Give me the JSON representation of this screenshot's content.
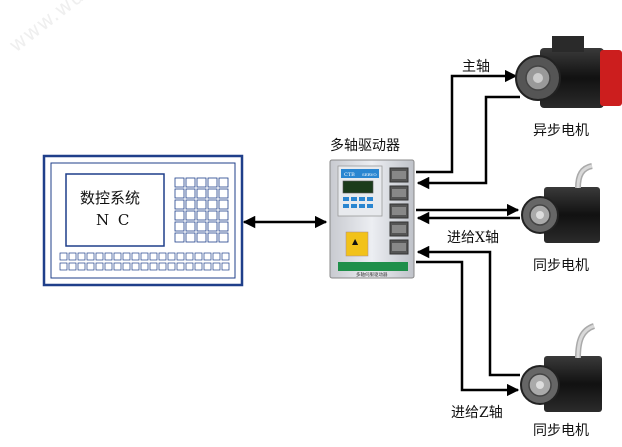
{
  "watermark": "www.wubao.com",
  "nc": {
    "line1": "数控系统",
    "line2": "N C"
  },
  "drive": {
    "title": "多轴驱动器",
    "panel_brand": "CTB",
    "panel_model": "SERVO",
    "bottom_text": "多轴伺服驱动器"
  },
  "motors": [
    {
      "axis_label": "主轴",
      "motor_label": "异步电机"
    },
    {
      "axis_label": "进给X轴",
      "motor_label": "同步电机"
    },
    {
      "axis_label": "进给Z轴",
      "motor_label": "同步电机"
    }
  ],
  "colors": {
    "nc_border": "#1f3f8a",
    "motor_body": "#1e1e1e",
    "spindle_accent": "#cc1e1e",
    "drive_body": "#d6d8de",
    "display": "#2a86d1"
  }
}
